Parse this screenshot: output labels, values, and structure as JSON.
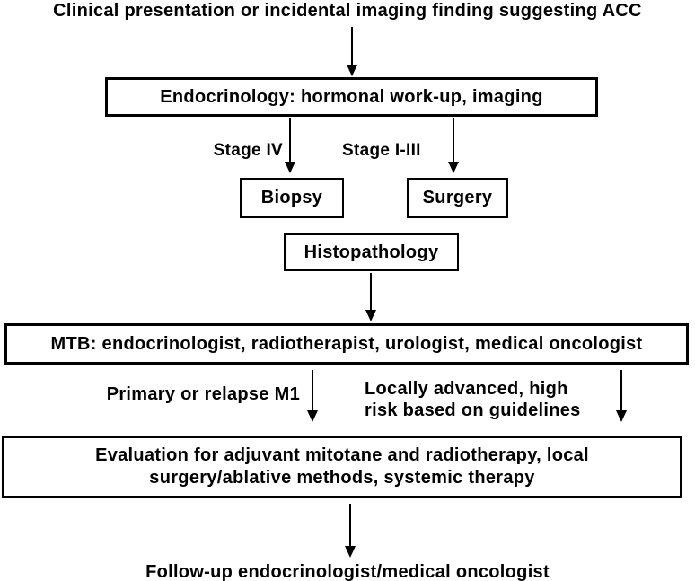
{
  "diagram": {
    "title": "Clinical presentation or incidental imaging finding suggesting ACC",
    "nodes": {
      "endocrinology": "Endocrinology: hormonal work-up, imaging",
      "biopsy": "Biopsy",
      "surgery": "Surgery",
      "histopathology": "Histopathology",
      "mtb": "MTB: endocrinologist, radiotherapist, urologist, medical oncologist",
      "evaluation": "Evaluation for adjuvant mitotane and radiotherapy, local surgery/ablative methods, systemic therapy"
    },
    "edge_labels": {
      "stage_iv": "Stage IV",
      "stage_i_iii": "Stage I-III",
      "primary_m1": "Primary or relapse M1",
      "locally_advanced_line1": "Locally advanced, high",
      "locally_advanced_line2": "risk based on guidelines"
    },
    "footer": "Follow-up endocrinologist/medical oncologist",
    "colors": {
      "text": "#000000",
      "border": "#000000",
      "background": "#ffffff"
    }
  }
}
